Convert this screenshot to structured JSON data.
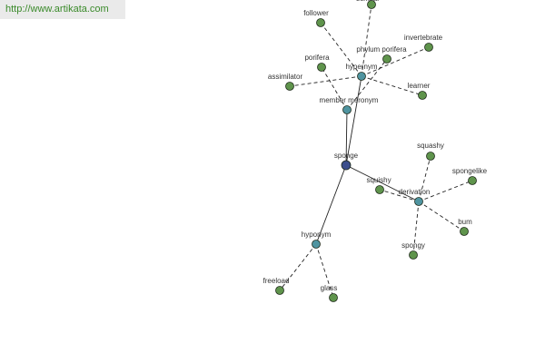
{
  "banner": {
    "url": "http://www.artikata.com"
  },
  "colors": {
    "leaf": "#5f944c",
    "relation": "#4f94a0",
    "root": "#3c4f8c",
    "edge": "#222222",
    "label": "#333333"
  },
  "graph": {
    "nodes": [
      {
        "id": "sponge",
        "label": "sponge",
        "kind": "root"
      },
      {
        "id": "member_meronym",
        "label": "member meronym",
        "kind": "relation"
      },
      {
        "id": "hypernym",
        "label": "hypernym",
        "kind": "relation"
      },
      {
        "id": "derivation",
        "label": "derivation",
        "kind": "relation"
      },
      {
        "id": "hyponym",
        "label": "hyponym",
        "kind": "relation"
      },
      {
        "id": "follower",
        "label": "follower",
        "kind": "leaf"
      },
      {
        "id": "scholar",
        "label": "scholar",
        "kind": "leaf"
      },
      {
        "id": "invertebrate",
        "label": "invertebrate",
        "kind": "leaf"
      },
      {
        "id": "phylum_porifera",
        "label": "phylum porifera",
        "kind": "leaf"
      },
      {
        "id": "porifera",
        "label": "porifera",
        "kind": "leaf"
      },
      {
        "id": "assimilator",
        "label": "assimilator",
        "kind": "leaf"
      },
      {
        "id": "learner",
        "label": "learner",
        "kind": "leaf"
      },
      {
        "id": "squashy",
        "label": "squashy",
        "kind": "leaf"
      },
      {
        "id": "spongelike",
        "label": "spongelike",
        "kind": "leaf"
      },
      {
        "id": "squishy",
        "label": "squishy",
        "kind": "leaf"
      },
      {
        "id": "bum",
        "label": "bum",
        "kind": "leaf"
      },
      {
        "id": "spongy",
        "label": "spongy",
        "kind": "leaf"
      },
      {
        "id": "freeload",
        "label": "freeload",
        "kind": "leaf"
      },
      {
        "id": "glass",
        "label": "glass",
        "kind": "leaf"
      }
    ],
    "edges": [
      {
        "from": "sponge",
        "to": "member_meronym",
        "style": "solid"
      },
      {
        "from": "sponge",
        "to": "hypernym",
        "style": "solid"
      },
      {
        "from": "sponge",
        "to": "derivation",
        "style": "solid"
      },
      {
        "from": "sponge",
        "to": "hyponym",
        "style": "solid"
      },
      {
        "from": "member_meronym",
        "to": "porifera",
        "style": "dashed"
      },
      {
        "from": "member_meronym",
        "to": "phylum_porifera",
        "style": "dashed"
      },
      {
        "from": "hypernym",
        "to": "follower",
        "style": "dashed"
      },
      {
        "from": "hypernym",
        "to": "scholar",
        "style": "dashed"
      },
      {
        "from": "hypernym",
        "to": "invertebrate",
        "style": "dashed"
      },
      {
        "from": "hypernym",
        "to": "assimilator",
        "style": "dashed"
      },
      {
        "from": "hypernym",
        "to": "learner",
        "style": "dashed"
      },
      {
        "from": "derivation",
        "to": "squashy",
        "style": "dashed"
      },
      {
        "from": "derivation",
        "to": "spongelike",
        "style": "dashed"
      },
      {
        "from": "derivation",
        "to": "squishy",
        "style": "dashed"
      },
      {
        "from": "derivation",
        "to": "bum",
        "style": "dashed"
      },
      {
        "from": "derivation",
        "to": "spongy",
        "style": "dashed"
      },
      {
        "from": "hyponym",
        "to": "freeload",
        "style": "dashed"
      },
      {
        "from": "hyponym",
        "to": "glass",
        "style": "dashed"
      }
    ]
  }
}
